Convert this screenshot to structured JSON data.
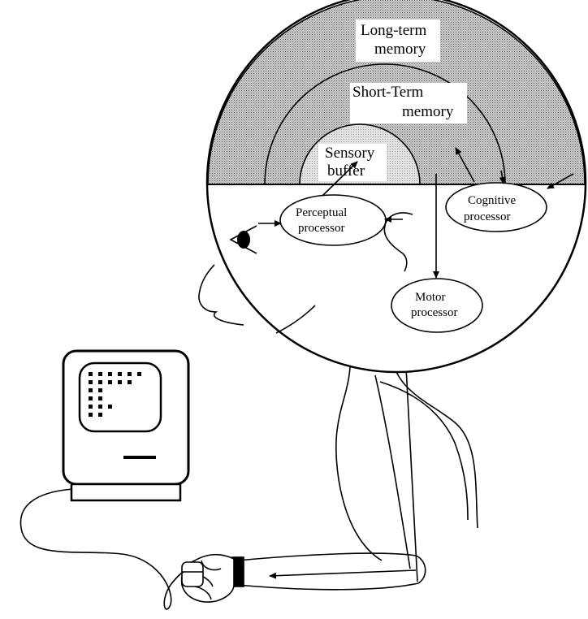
{
  "memory": {
    "long_term_line1": "Long-term",
    "long_term_line2": "memory",
    "short_term_line1": "Short-Term",
    "short_term_line2": "memory",
    "sensory_line1": "Sensory",
    "sensory_line2": "buffer"
  },
  "processors": {
    "perceptual_line1": "Perceptual",
    "perceptual_line2": "processor",
    "cognitive_line1": "Cognitive",
    "cognitive_line2": "processor",
    "motor_line1": "Motor",
    "motor_line2": "processor"
  },
  "colors": {
    "ink": "#000000",
    "memory_fill": "#b8b8b8",
    "background": "#ffffff"
  }
}
